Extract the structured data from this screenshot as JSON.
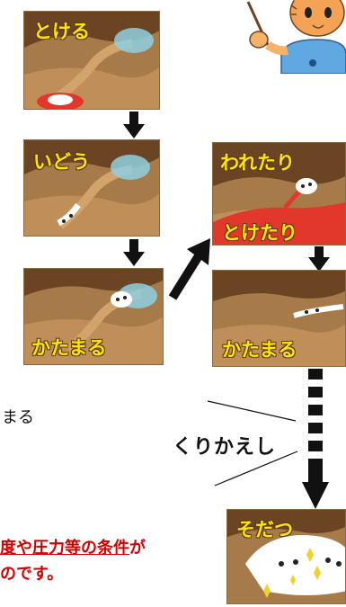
{
  "steps": {
    "melt": "とける",
    "move": "いどう",
    "solidify_left": "かたまる",
    "crack_top": "われたり",
    "crack_bottom": "とけたり",
    "solidify_right": "かたまる",
    "grow": "そだつ"
  },
  "repeat_label": "くりかえし",
  "left_text": {
    "fragment": "まる",
    "line1_prefix": "",
    "line1_highlight": "度や圧力等の条件",
    "line1_suffix": "が",
    "line2": "のです。"
  },
  "colors": {
    "label": "#ffe600",
    "rock_dark": "#6b4424",
    "rock_mid": "#a77a4a",
    "rock_light": "#d2a36b",
    "heat": "#e2382b",
    "highlight_text": "#d40000"
  }
}
